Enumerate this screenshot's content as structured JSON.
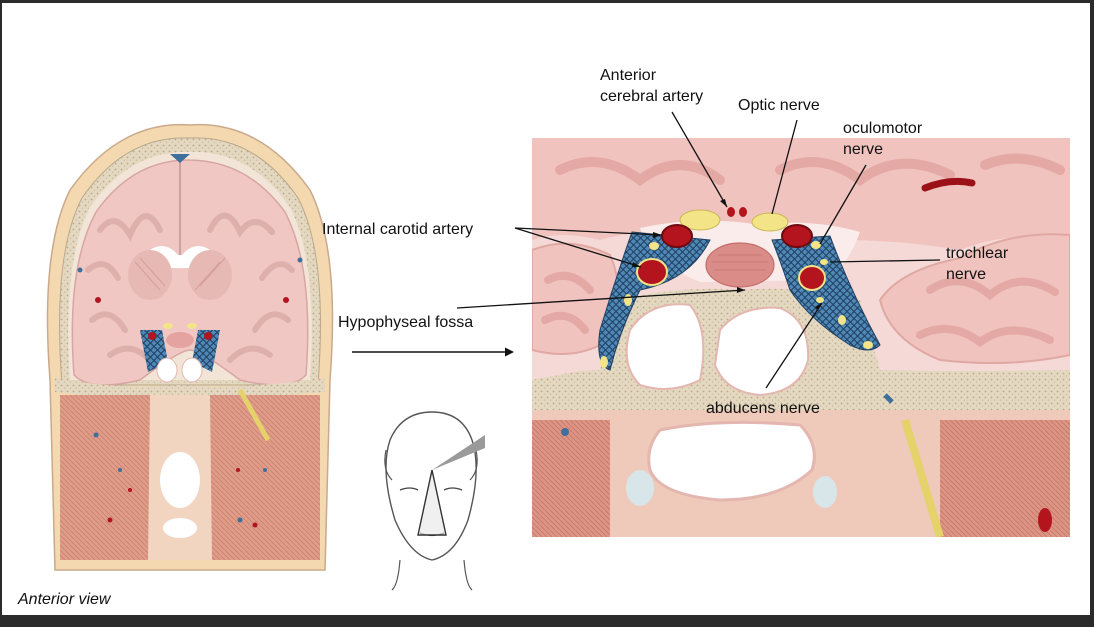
{
  "labels": {
    "anterior_cerebral_artery": "Anterior\ncerebral artery",
    "optic_nerve": "Optic nerve",
    "oculomotor_nerve": "oculomotor\nnerve",
    "internal_carotid_artery": "Internal carotid artery",
    "trochlear_nerve": "trochlear\nnerve",
    "hypophyseal_fossa": "Hypophyseal fossa",
    "abducens_nerve": "abducens nerve"
  },
  "caption": "Anterior view",
  "colors": {
    "brain": "#f0c8c4",
    "brain_fold": "#e3aaa6",
    "cistern": "#fbeaea",
    "bone": "#e7ddc8",
    "bone_stipple": "#c9bc9f",
    "sinus_blue": "#4f87b5",
    "artery_red": "#b3141e",
    "nerve_yellow": "#f4e488",
    "muscle": "#d98b7c",
    "fat": "#f1d5a6",
    "leader_line": "#111111"
  }
}
